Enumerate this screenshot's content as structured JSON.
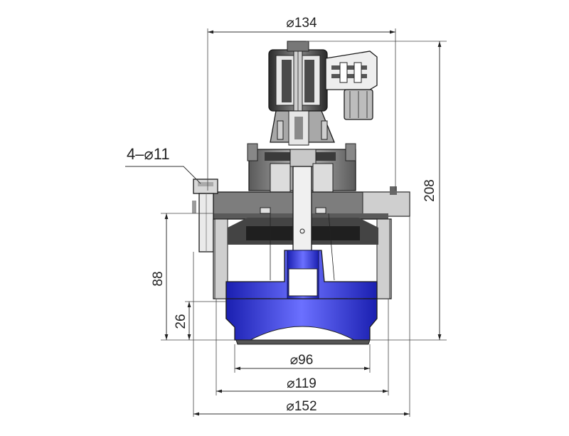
{
  "dimensions": {
    "top_width": "⌀134",
    "height_total": "208",
    "height_88": "88",
    "height_26": "26",
    "bolt_holes": "4–⌀11",
    "d96": "⌀96",
    "d119": "⌀119",
    "d152": "⌀152"
  },
  "colors": {
    "body_dark": "#6e6e6e",
    "body_mid": "#9a9a9a",
    "body_light": "#d4d4d4",
    "accent_blue": "#2b31d6",
    "coil_dark": "#3a3a3a"
  }
}
